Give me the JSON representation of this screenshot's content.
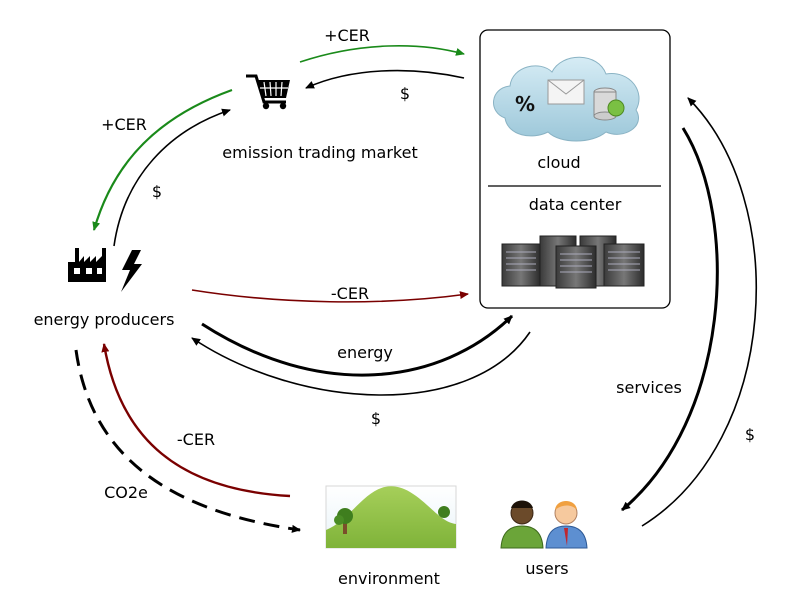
{
  "nodes": {
    "market": {
      "label": "emission trading market",
      "icon": "shopping-cart-icon"
    },
    "producers": {
      "label": "energy producers",
      "icons": [
        "factory-icon",
        "lightning-bolt-icon"
      ]
    },
    "datacenter": {
      "cloud_label": "cloud",
      "dc_label": "data center",
      "icons": [
        "cloud-icon",
        "server-rack-icon"
      ]
    },
    "environment": {
      "label": "environment",
      "icon": "landscape-icon"
    },
    "users": {
      "label": "users",
      "icon": "users-icon"
    }
  },
  "flows": {
    "dc_receives_cer": "+CER",
    "dc_pays_market": "$",
    "producers_receive_cer": "+CER",
    "producers_pay_market": "$",
    "producers_give_cer_dc": "-CER",
    "energy": "energy",
    "dc_pays_producers": "$",
    "services": "services",
    "users_pay": "$",
    "environment_cer": "-CER",
    "emissions": "CO2e"
  },
  "colors": {
    "green": "#1a8a1a",
    "darkred": "#7a0000",
    "black": "#000000"
  }
}
